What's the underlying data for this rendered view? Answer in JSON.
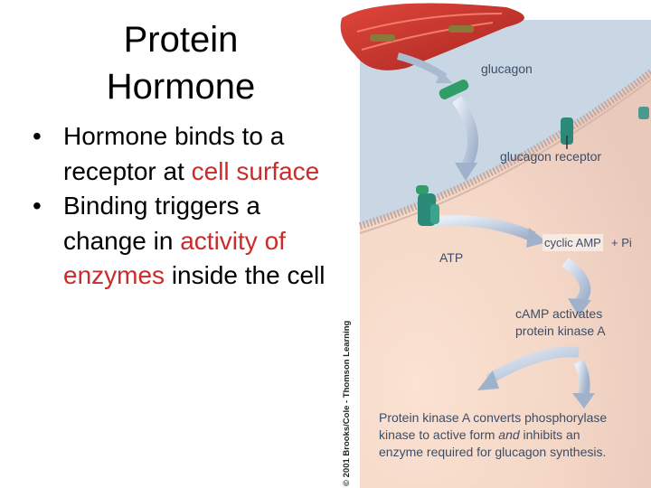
{
  "slide": {
    "title_line1": "Protein",
    "title_line2": "Hormone",
    "bullets": [
      {
        "pre": "Hormone binds to a receptor at ",
        "em": "cell surface",
        "post": ""
      },
      {
        "pre": "Binding triggers a change in ",
        "em": "activity of enzymes",
        "post": " inside the cell"
      }
    ],
    "bullet_glyph": "•"
  },
  "figure": {
    "credit": "© 2001 Brooks/Cole - Thomson Learning",
    "labels": {
      "glucagon": "glucagon",
      "receptor": "glucagon receptor",
      "atp": "ATP",
      "camp": "cyclic AMP",
      "pi": "+ Pi",
      "activates1": "cAMP activates",
      "activates2": "protein kinase A",
      "pka1": "Protein kinase A converts phosphorylase",
      "pka2_pre": "kinase to active form ",
      "pka2_em": "and",
      "pka2_post": " inhibits an",
      "pka3": "enzyme required for glucagon synthesis."
    }
  },
  "colors": {
    "accent_red": "#cc2b2b",
    "label_text": "#3d4d66",
    "cell_bg": "#c9d7e4",
    "cytoplasm": "#f1d6c6",
    "muscle": "#c8342c"
  }
}
